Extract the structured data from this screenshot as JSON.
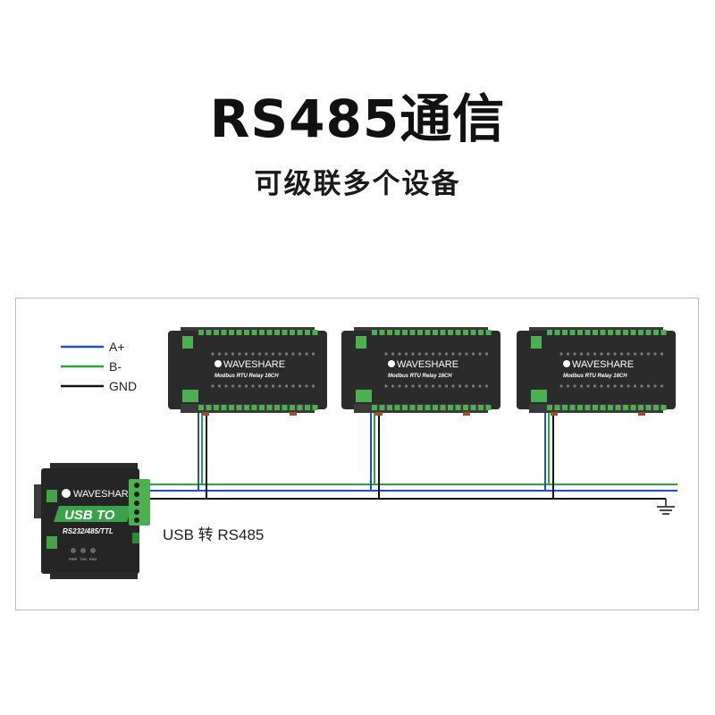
{
  "title": "RS485通信",
  "subtitle": "可级联多个设备",
  "legend": [
    {
      "label": "A+",
      "color": "#1f4fc9"
    },
    {
      "label": "B-",
      "color": "#2aa53a"
    },
    {
      "label": "GND",
      "color": "#111111"
    }
  ],
  "relay_module": {
    "brand": "WAVESHARE",
    "model": "Modbus RTU Relay 16CH",
    "count": 3
  },
  "converter": {
    "brand": "WAVESHARE",
    "title": "USB TO",
    "subtitle": "RS232/485/TTL",
    "caption": "USB 转 RS485",
    "leds": [
      "PWR",
      "TXD",
      "RXD"
    ]
  },
  "colors": {
    "module_body": "#2b2b2b",
    "terminal_green": "#4caf50",
    "wire_a": "#1f4fc9",
    "wire_b": "#2aa53a",
    "wire_gnd": "#111111"
  }
}
